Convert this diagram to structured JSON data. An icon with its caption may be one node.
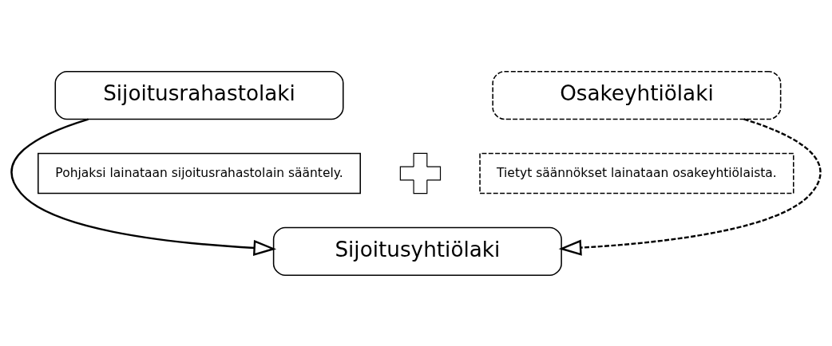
{
  "diagram": {
    "nodes": [
      {
        "text": [
          "Sijoitusrahastolaki"
        ]
      },
      {
        "text": [
          "Osakeyhtiölaki"
        ]
      },
      {
        "text": [
          "Sijoitusyhtiölaki"
        ]
      },
      {
        "text": [
          "Pohjaksi lainataan sijoitusrahastolain sääntely."
        ]
      },
      {
        "text": [],
        "shape": "plus"
      },
      {
        "text": [
          "Tietyt säännökset lainataan osakeyhtiölaista."
        ]
      }
    ],
    "edges": [
      {
        "from": 0,
        "to": 2,
        "arrow": "to"
      },
      {
        "from": 1,
        "to": 2,
        "arrow": "to",
        "style": "dashed"
      }
    ]
  }
}
